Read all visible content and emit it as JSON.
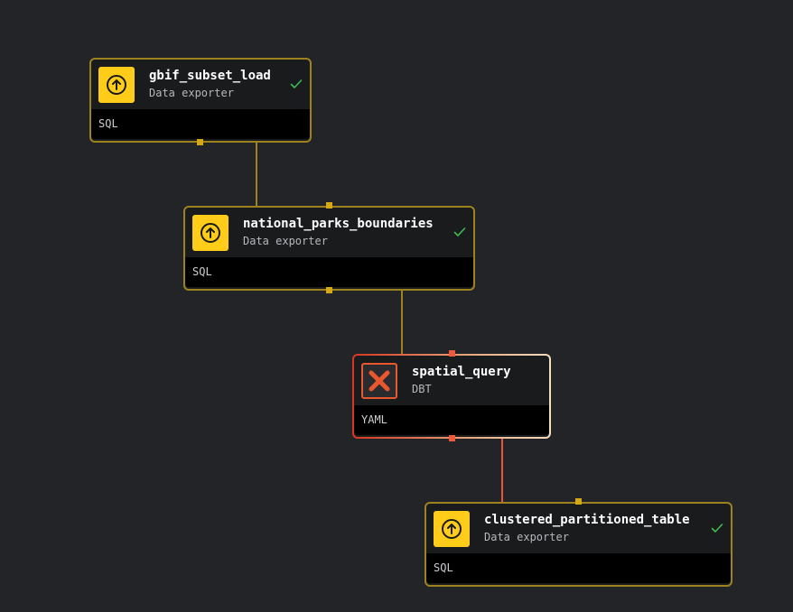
{
  "canvas": {
    "background": "#232427"
  },
  "colors": {
    "accent_yellow": "#ffcc19",
    "node_border": "#9c8320",
    "edge_gold": "#9c8320",
    "edge_red": "#e8553a",
    "check_green": "#3fb950",
    "dbt_orange": "#e9572e"
  },
  "nodes": [
    {
      "id": "gbif_subset_load",
      "name": "gbif_subset_load",
      "kind": "Data exporter",
      "language": "SQL",
      "icon": "upload-arrow-icon",
      "status": "success"
    },
    {
      "id": "national_parks_boundaries",
      "name": "national_parks_boundaries",
      "kind": "Data exporter",
      "language": "SQL",
      "icon": "upload-arrow-icon",
      "status": "success"
    },
    {
      "id": "spatial_query",
      "name": "spatial_query",
      "kind": "DBT",
      "language": "YAML",
      "icon": "dbt-icon",
      "status": "none"
    },
    {
      "id": "clustered_partitioned_table",
      "name": "clustered_partitioned_table",
      "kind": "Data exporter",
      "language": "SQL",
      "icon": "upload-arrow-icon",
      "status": "success"
    }
  ],
  "edges": [
    {
      "from": "gbif_subset_load",
      "to": "national_parks_boundaries"
    },
    {
      "from": "national_parks_boundaries",
      "to": "spatial_query"
    },
    {
      "from": "spatial_query",
      "to": "clustered_partitioned_table"
    }
  ]
}
